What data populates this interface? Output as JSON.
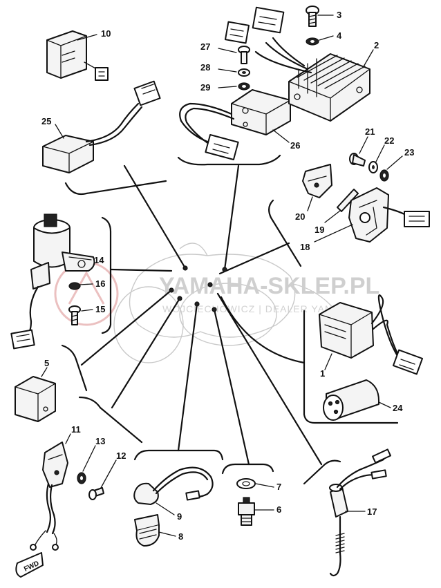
{
  "watermark": {
    "main": "YAMAHA-SKLEP.PL",
    "sub": "WOJCIECHOWICZ | DEALER YAMAHA"
  },
  "direction_marker": "FWD",
  "parts": [
    {
      "id": "p1",
      "label": "1"
    },
    {
      "id": "p2",
      "label": "2"
    },
    {
      "id": "p3",
      "label": "3"
    },
    {
      "id": "p4",
      "label": "4"
    },
    {
      "id": "p5",
      "label": "5"
    },
    {
      "id": "p6",
      "label": "6"
    },
    {
      "id": "p7",
      "label": "7"
    },
    {
      "id": "p8",
      "label": "8"
    },
    {
      "id": "p9",
      "label": "9"
    },
    {
      "id": "p10",
      "label": "10"
    },
    {
      "id": "p11",
      "label": "11"
    },
    {
      "id": "p12",
      "label": "12"
    },
    {
      "id": "p13",
      "label": "13"
    },
    {
      "id": "p14",
      "label": "14"
    },
    {
      "id": "p15",
      "label": "15"
    },
    {
      "id": "p16",
      "label": "16"
    },
    {
      "id": "p17",
      "label": "17"
    },
    {
      "id": "p18",
      "label": "18"
    },
    {
      "id": "p19",
      "label": "19"
    },
    {
      "id": "p20",
      "label": "20"
    },
    {
      "id": "p21",
      "label": "21"
    },
    {
      "id": "p22",
      "label": "22"
    },
    {
      "id": "p23",
      "label": "23"
    },
    {
      "id": "p24",
      "label": "24"
    },
    {
      "id": "p25",
      "label": "25"
    },
    {
      "id": "p26",
      "label": "26"
    },
    {
      "id": "p27",
      "label": "27"
    },
    {
      "id": "p28",
      "label": "28"
    },
    {
      "id": "p29",
      "label": "29"
    }
  ],
  "colors": {
    "ink": "#111111",
    "watermark": "#cfcfcf",
    "watermark_accent": "#e8b0b0"
  }
}
